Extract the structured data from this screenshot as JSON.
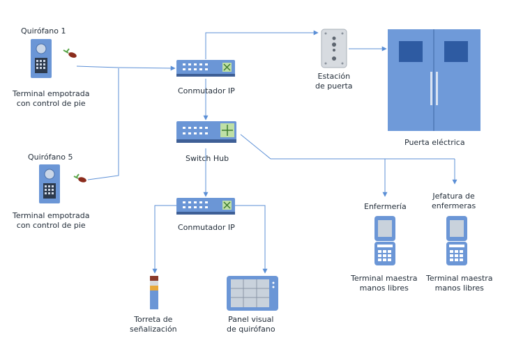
{
  "quirofano1": {
    "title": "Quirófano 1",
    "caption_line1": "Terminal empotrada",
    "caption_line2": "con control de pie"
  },
  "quirofano5": {
    "title": "Quirófano 5",
    "caption_line1": "Terminal empotrada",
    "caption_line2": "con control de pie"
  },
  "conmutador_top": {
    "label": "Conmutador IP"
  },
  "switch_hub": {
    "label": "Switch Hub"
  },
  "conmutador_bottom": {
    "label": "Conmutador IP"
  },
  "estacion": {
    "line1": "Estación",
    "line2": "de puerta"
  },
  "puerta": {
    "label": "Puerta eléctrica"
  },
  "enfermeria": {
    "title": "Enfermería",
    "caption_line1": "Terminal maestra",
    "caption_line2": "manos libres"
  },
  "jefatura": {
    "title_line1": "Jefatura de",
    "title_line2": "enfermeras",
    "caption_line1": "Terminal maestra",
    "caption_line2": "manos libres"
  },
  "torreta": {
    "line1": "Torreta de",
    "line2": "señalización"
  },
  "panel": {
    "line1": "Panel visual",
    "line2": "de quirófano"
  },
  "colors": {
    "wire": "#5b8fd6",
    "device": "#6b96d6",
    "door": "#6f9ad9"
  }
}
